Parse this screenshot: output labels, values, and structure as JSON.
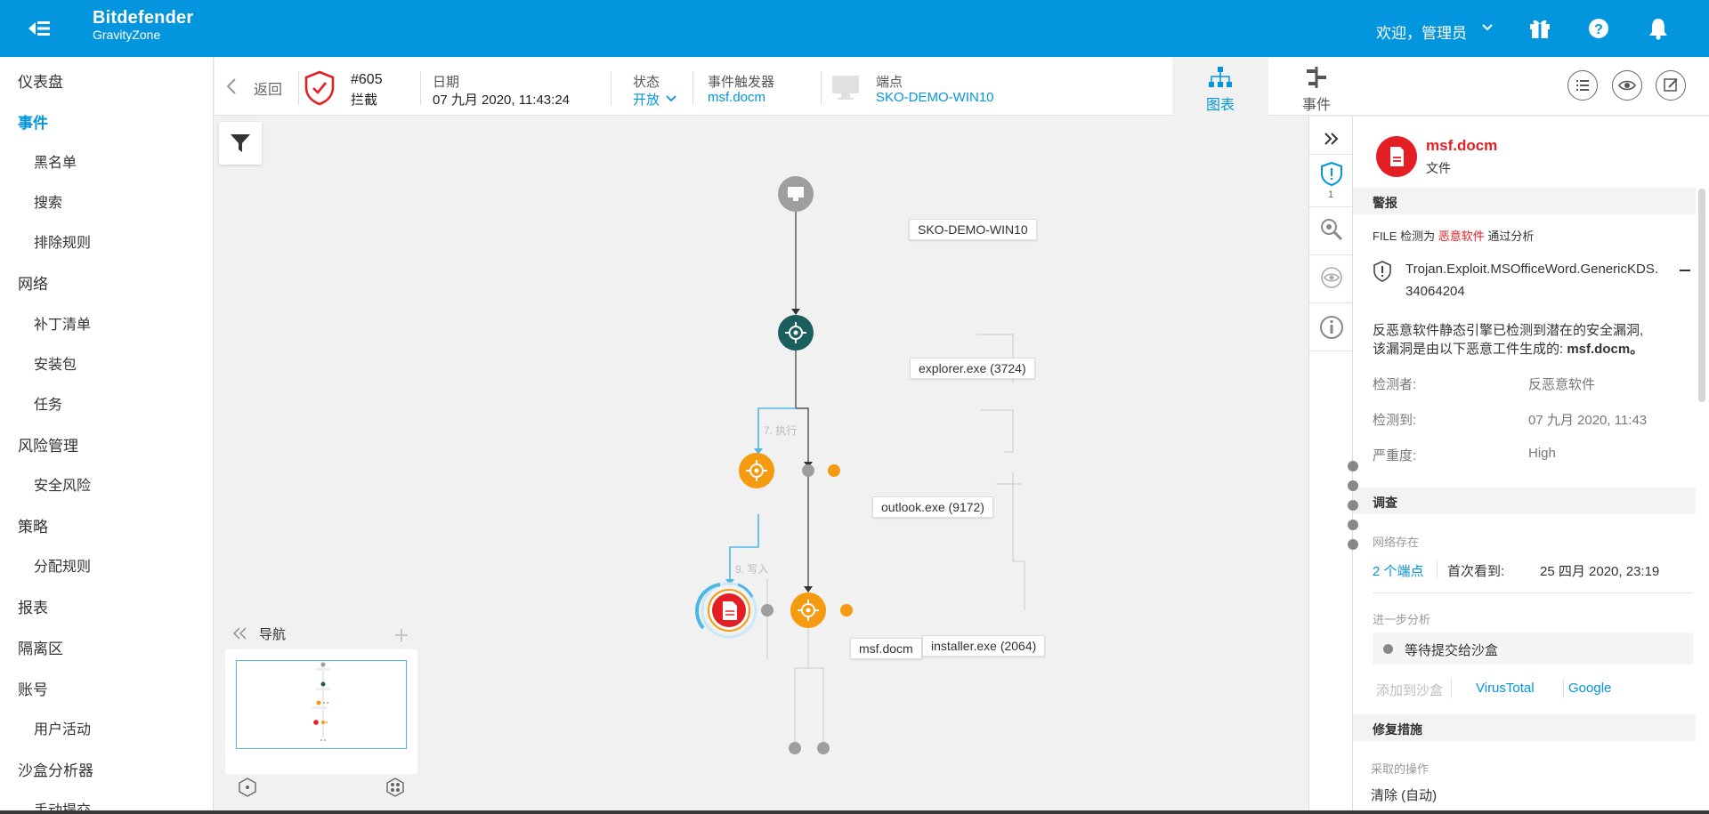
{
  "app": {
    "brand": "Bitdefender",
    "product": "GravityZone"
  },
  "topbar": {
    "welcome": "欢迎，管理员"
  },
  "sidebar": {
    "items": [
      {
        "label": "仪表盘"
      },
      {
        "label": "事件"
      },
      {
        "label": "黑名单"
      },
      {
        "label": "搜索"
      },
      {
        "label": "排除规则"
      },
      {
        "label": "网络"
      },
      {
        "label": "补丁清单"
      },
      {
        "label": "安装包"
      },
      {
        "label": "任务"
      },
      {
        "label": "风险管理"
      },
      {
        "label": "安全风险"
      },
      {
        "label": "策略"
      },
      {
        "label": "分配规则"
      },
      {
        "label": "报表"
      },
      {
        "label": "隔离区"
      },
      {
        "label": "账号"
      },
      {
        "label": "用户活动"
      },
      {
        "label": "沙盒分析器"
      },
      {
        "label": "手动提交"
      }
    ]
  },
  "incident": {
    "back_label": "返回",
    "id": "#605",
    "action": "拦截",
    "date_label": "日期",
    "date_value": "07 九月 2020, 11:43:24",
    "status_label": "状态",
    "status_value": "开放",
    "trigger_label": "事件触发器",
    "trigger_value": "msf.docm",
    "endpoint_label": "端点",
    "endpoint_value": "SKO-DEMO-WIN10",
    "tabs": [
      {
        "label": "图表"
      },
      {
        "label": "事件"
      }
    ]
  },
  "graph": {
    "nodes": [
      {
        "label": "SKO-DEMO-WIN10"
      },
      {
        "label": "explorer.exe (3724)"
      },
      {
        "label": "outlook.exe (9172)"
      },
      {
        "label": "msf.docm"
      },
      {
        "label": "installer.exe (2064)"
      }
    ],
    "edges": [
      {
        "label": "7. 执行"
      },
      {
        "label": "9. 写入"
      }
    ]
  },
  "navigator": {
    "title": "导航"
  },
  "strip": {
    "alert_count": "1"
  },
  "details": {
    "title": "msf.docm",
    "subtitle": "文件",
    "alerts_header": "警报",
    "detect_prefix": "FILE 检测为",
    "detect_highlight": "恶意软件",
    "detect_suffix": "通过分析",
    "threat_line1": "Trojan.Exploit.MSOfficeWord.GenericKDS.",
    "threat_line2": "34064204",
    "desc_line1": "反恶意软件静态引擎已检测到潜在的安全漏洞,",
    "desc_line2_prefix": "该漏洞是由以下恶意工件生成的:",
    "desc_line2_bold": "msf.docm。",
    "detected_by_label": "检测者:",
    "detected_by_value": "反恶意软件",
    "detected_at_label": "检测到:",
    "detected_at_value": "07 九月 2020, 11:43",
    "severity_label": "严重度:",
    "severity_value": "High",
    "investigate_header": "调查",
    "network_label": "网络存在",
    "endpoints_link": "2 个端点",
    "first_seen_label": "首次看到:",
    "first_seen_value": "25 四月 2020, 23:19",
    "further_label": "进一步分析",
    "sandbox_pending": "等待提交给沙盒",
    "add_sandbox": "添加到沙盒",
    "virustotal": "VirusTotal",
    "google": "Google",
    "remediation_header": "修复措施",
    "action_taken_label": "采取的操作",
    "action_taken_value": "清除 (自动)"
  },
  "colors": {
    "brand": "#0395dd",
    "danger": "#e31e24",
    "orange": "#f59b11",
    "teal": "#1b5e5e",
    "grey": "#9e9e9e"
  }
}
